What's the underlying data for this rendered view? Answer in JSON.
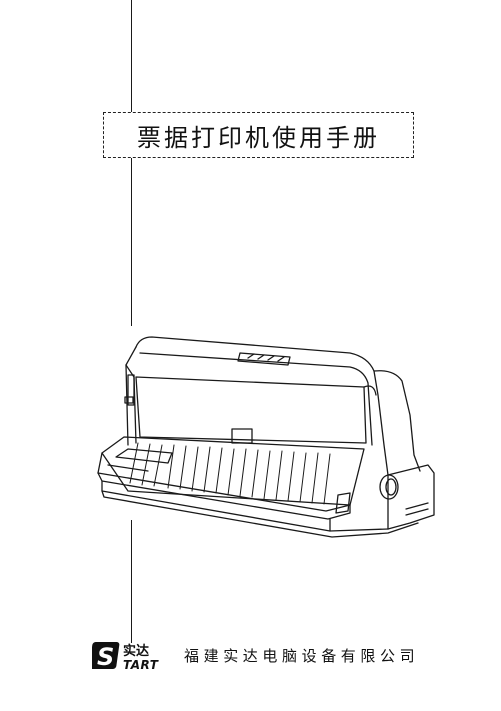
{
  "cover": {
    "title": "票据打印机使用手册",
    "company": "福建实达电脑设备有限公司"
  },
  "logo": {
    "letter": "S",
    "chinese": "实达",
    "latin": "TART"
  },
  "colors": {
    "ink": "#111111",
    "background": "#ffffff"
  },
  "illustration": {
    "icon": "dot-matrix-printer-icon"
  }
}
